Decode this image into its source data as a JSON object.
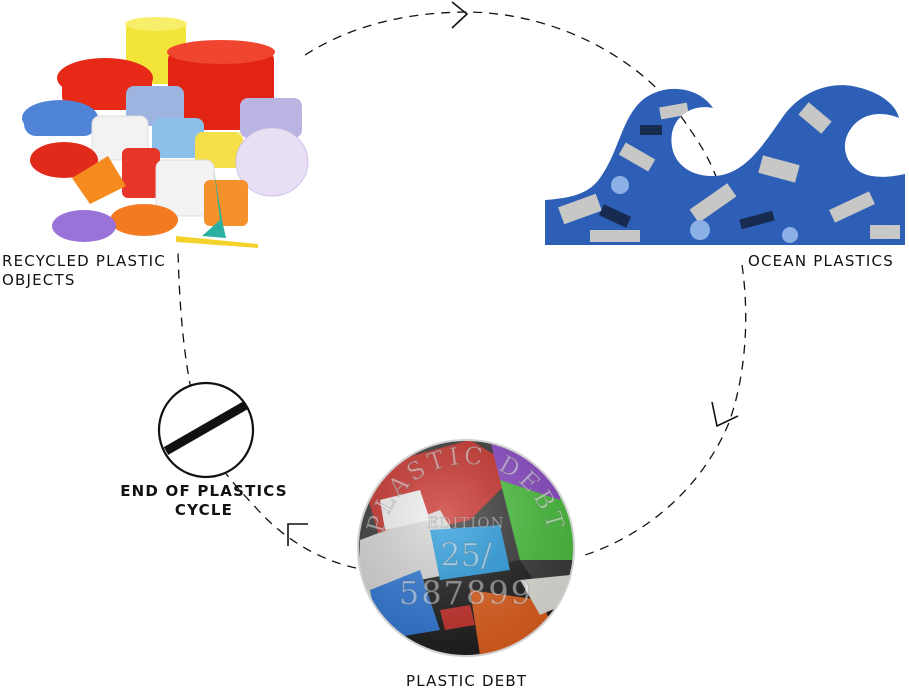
{
  "diagram": {
    "nodes": [
      {
        "id": "recycled",
        "label": "RECYCLED PLASTIC OBJECTS"
      },
      {
        "id": "ocean",
        "label": "OCEAN PLASTICS"
      },
      {
        "id": "debt",
        "label": "PLASTIC DEBT"
      },
      {
        "id": "end",
        "label_line1": "END OF PLASTICS",
        "label_line2": "CYCLE"
      }
    ],
    "coin": {
      "arc_text": "PLASTIC DEBT",
      "edition_label": "EDITION",
      "edition_number": "25/",
      "serial": "587899"
    },
    "colors": {
      "stroke": "#111111",
      "ocean_blue": "#2d5fb7",
      "bucket_red": "#e62a17",
      "bucket_yellow": "#f3e43a"
    },
    "icons": [
      "stop-sign-icon",
      "arrow-chevron-icon",
      "wave-icon"
    ]
  }
}
